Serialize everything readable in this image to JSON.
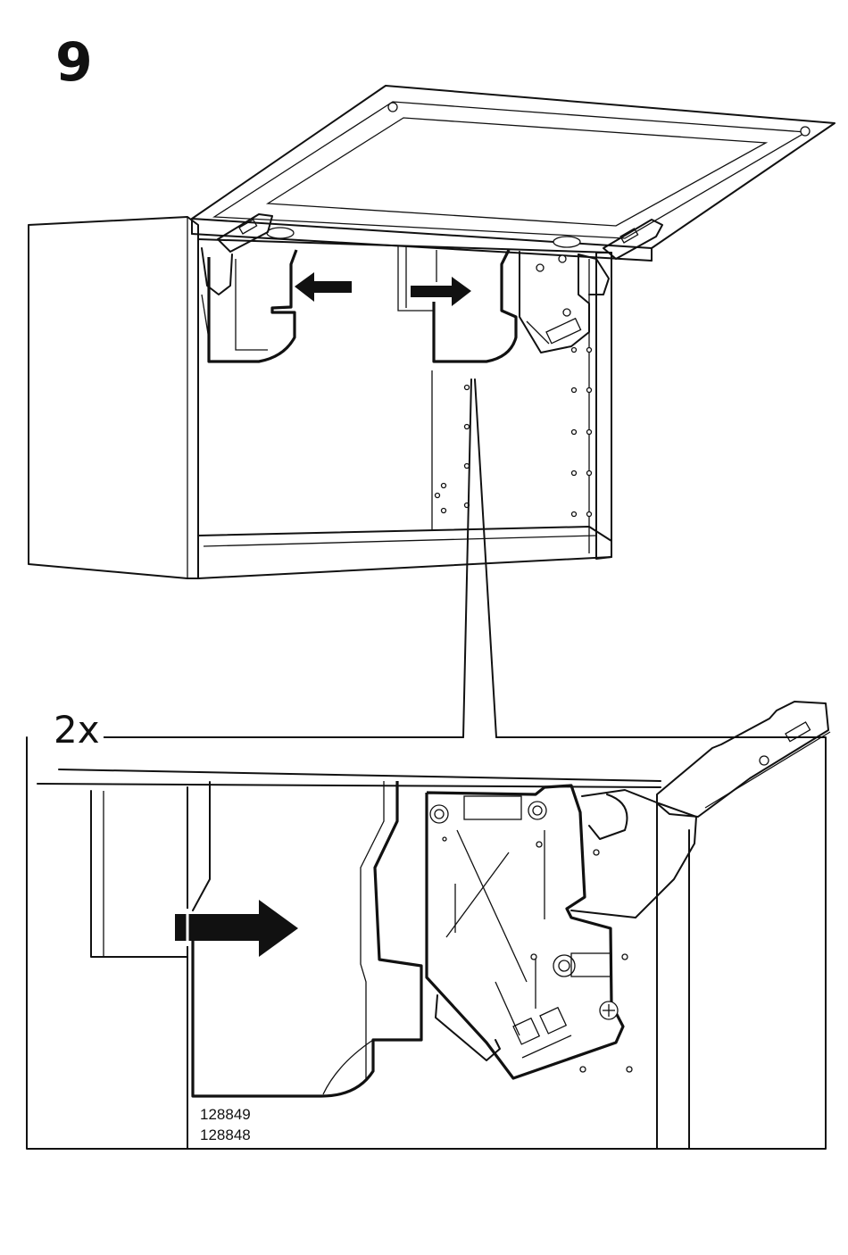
{
  "step": {
    "number": "9"
  },
  "detail": {
    "quantity": "2x"
  },
  "part_numbers": [
    "128849",
    "128848"
  ],
  "colors": {
    "ink": "#111111",
    "paper": "#ffffff"
  }
}
